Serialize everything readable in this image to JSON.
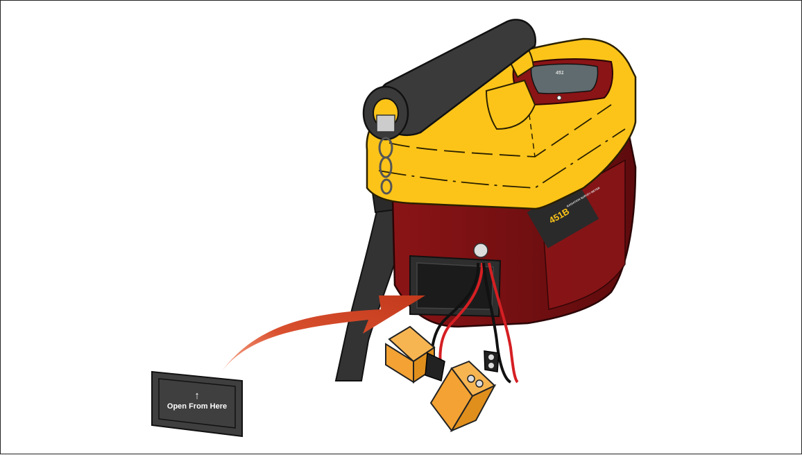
{
  "figure": {
    "meter_display_text": "451",
    "meter_side_label_1": "451B",
    "meter_side_label_2": "RADIATION SURVEY METER",
    "cover_label": "Open From Here",
    "cover_arrow_glyph": "↑"
  },
  "colors": {
    "meter_body": "#7a1012",
    "meter_top": "#fcc419",
    "handle": "#3a3a3a",
    "arrow": "#d9502e",
    "battery": "#f3a233",
    "cover": "#3f3f3f",
    "strap": "#333333"
  },
  "icons": [
    "up-arrow-icon",
    "insertion-arrow-icon"
  ]
}
